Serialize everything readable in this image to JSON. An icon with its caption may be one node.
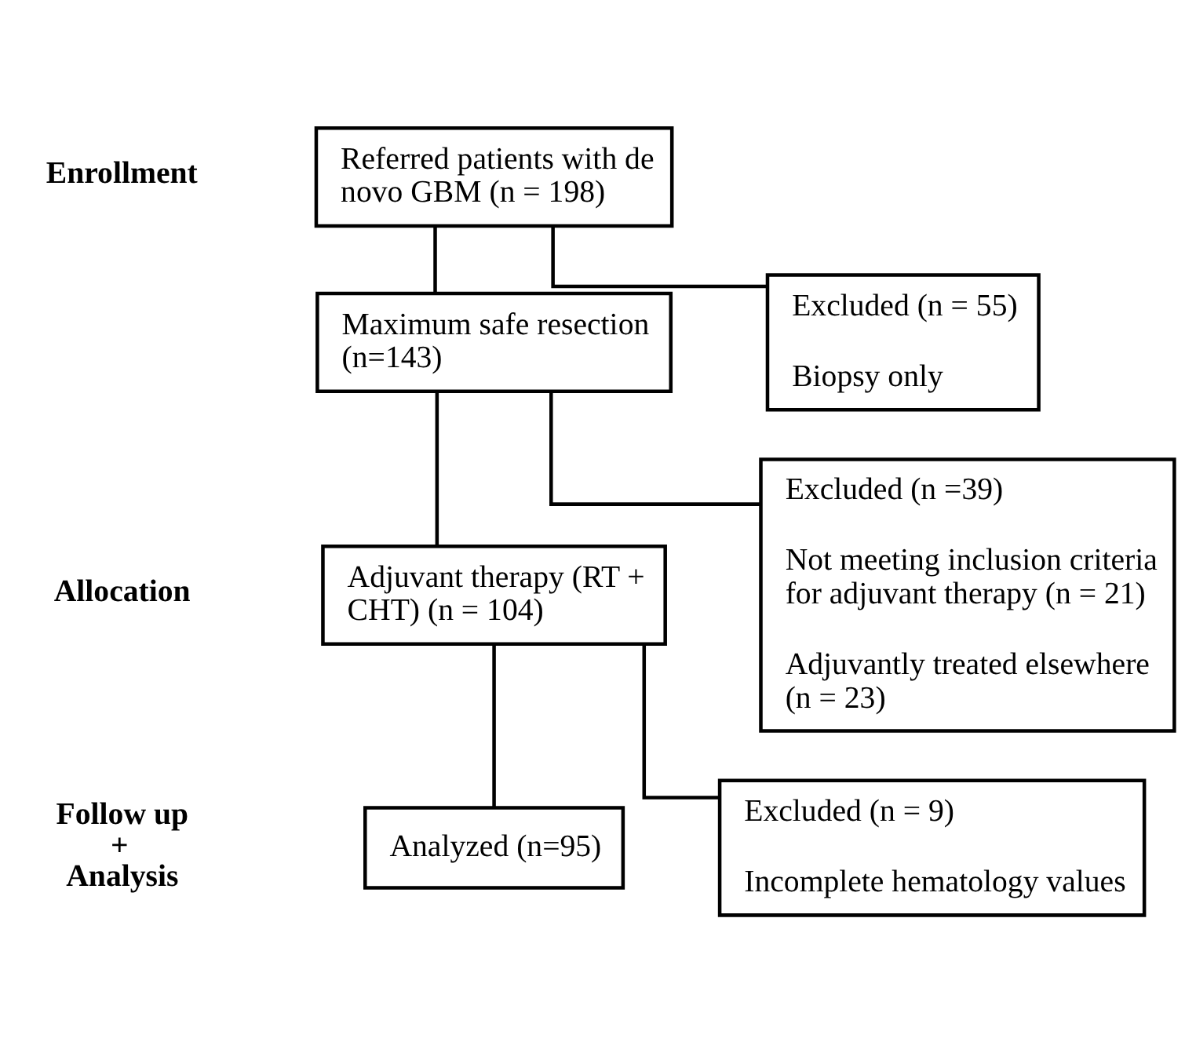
{
  "diagram": {
    "nodes": [
      {
        "text": [
          "Referred patients with de novo GBM (n = 198)"
        ]
      },
      {
        "text": [
          "Excluded (n = 55)",
          "Biopsy only"
        ]
      },
      {
        "text": [
          "Maximum safe resection (n=143)"
        ]
      },
      {
        "text": [
          "Excluded (n =39)",
          "Not meeting inclusion criteria for adjuvant therapy (n = 21)",
          "Adjuvantly treated elsewhere (n = 23)"
        ]
      },
      {
        "text": [
          "Adjuvant therapy (RT + CHT) (n = 104)"
        ]
      },
      {
        "text": [
          "Excluded (n = 9)",
          "Incomplete hematology values"
        ]
      },
      {
        "text": [
          "Analyzed (n=95)"
        ]
      }
    ],
    "edges": [
      {
        "from": 0,
        "to": 2,
        "arrow": "none"
      },
      {
        "from": 0,
        "to": 1,
        "arrow": "none"
      },
      {
        "from": 2,
        "to": 4,
        "arrow": "none"
      },
      {
        "from": 2,
        "to": 3,
        "arrow": "none"
      },
      {
        "from": 4,
        "to": 6,
        "arrow": "none"
      },
      {
        "from": 4,
        "to": 5,
        "arrow": "none"
      }
    ],
    "labels": [
      "Enrollment",
      "Allocation",
      "Follow up + Analysis"
    ]
  }
}
